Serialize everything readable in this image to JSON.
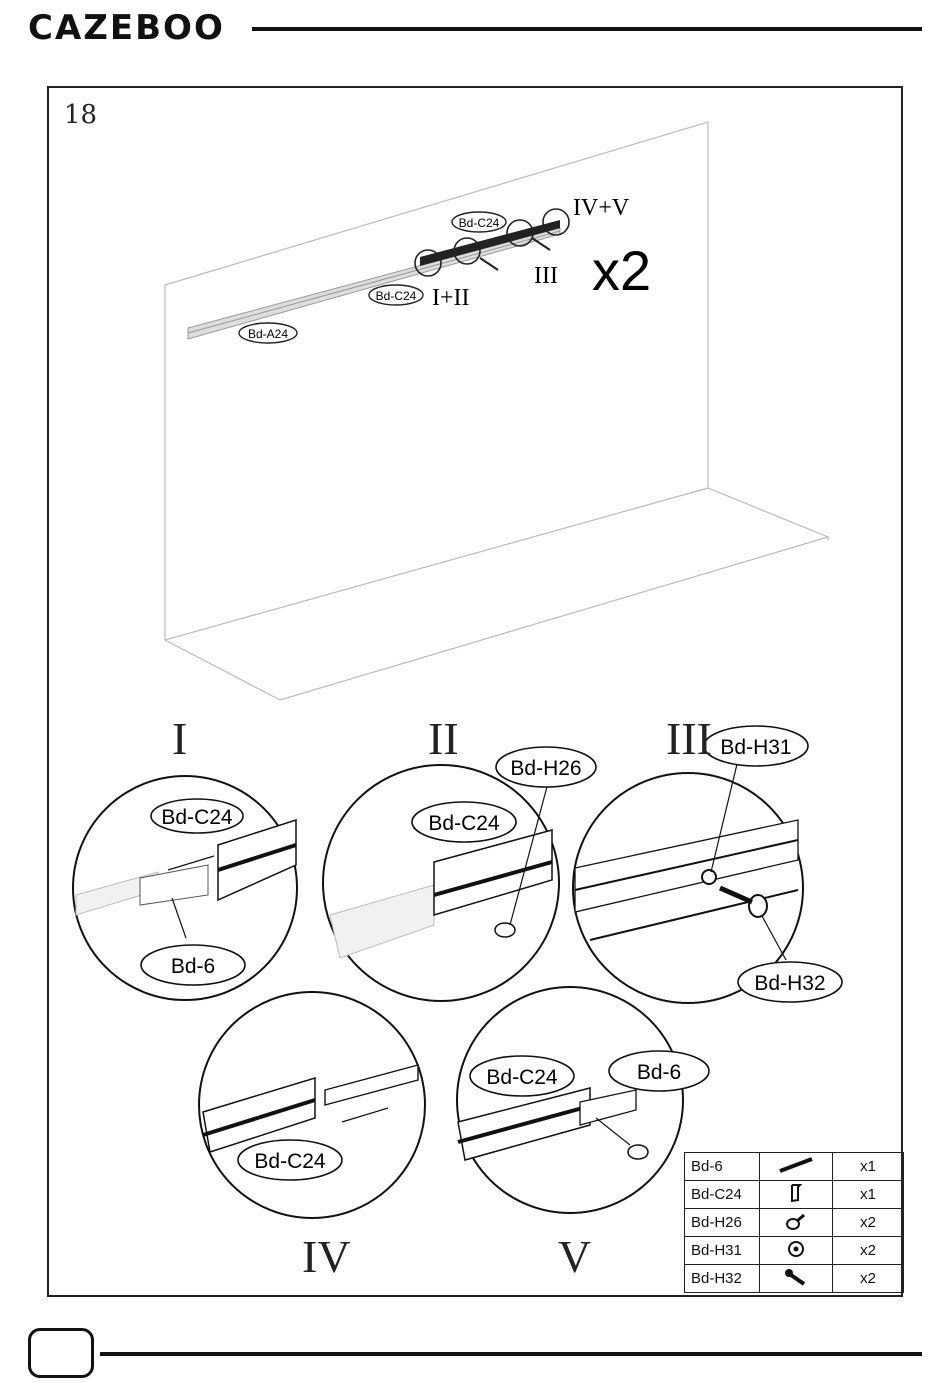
{
  "header": {
    "brand": "CAZEBOO"
  },
  "step": {
    "number": "18"
  },
  "overview": {
    "labels": {
      "c24_top": "Bd-C24",
      "c24_mid": "Bd-C24",
      "a24": "Bd-A24"
    },
    "callouts": {
      "iv_v": "IV+V",
      "iii": "III",
      "i_ii": "I+II"
    },
    "multiplier": "x2"
  },
  "details": {
    "I": {
      "roman": "I",
      "labels": [
        "Bd-C24",
        "Bd-6"
      ]
    },
    "II": {
      "roman": "II",
      "labels": [
        "Bd-H26",
        "Bd-C24"
      ]
    },
    "III": {
      "roman": "III",
      "labels": [
        "Bd-H31",
        "Bd-H32"
      ]
    },
    "IV": {
      "roman": "IV",
      "labels": [
        "Bd-C24"
      ]
    },
    "V": {
      "roman": "V",
      "labels": [
        "Bd-C24",
        "Bd-6"
      ]
    }
  },
  "parts_table": [
    {
      "code": "Bd-6",
      "icon": "flat-strip-icon",
      "qty": "x1"
    },
    {
      "code": "Bd-C24",
      "icon": "c-profile-icon",
      "qty": "x1"
    },
    {
      "code": "Bd-H26",
      "icon": "bolt-icon",
      "qty": "x2"
    },
    {
      "code": "Bd-H31",
      "icon": "washer-icon",
      "qty": "x2"
    },
    {
      "code": "Bd-H32",
      "icon": "screw-icon",
      "qty": "x2"
    }
  ]
}
